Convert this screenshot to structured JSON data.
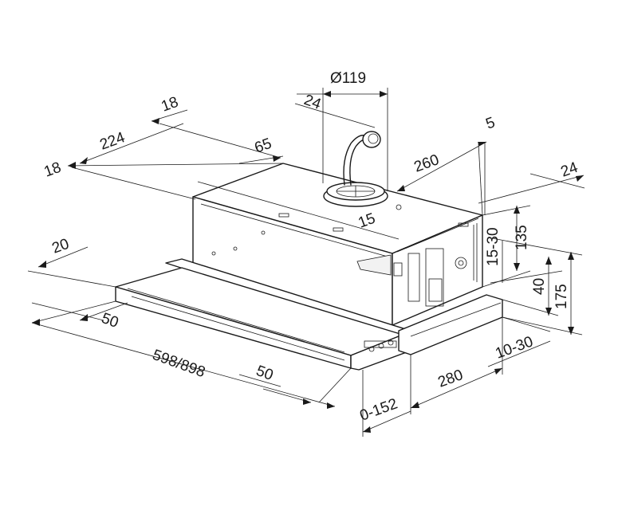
{
  "drawing": {
    "title": "",
    "dimensions": {
      "d18_left": "18",
      "d224": "224",
      "d18_top": "18",
      "d65": "65",
      "d24_top": "24",
      "d119": "Ø119",
      "d5": "5",
      "d260": "260",
      "d24_right": "24",
      "d15": "15",
      "d15_30": "15-30",
      "d135": "135",
      "d40": "40",
      "d175": "175",
      "d10_30": "10-30",
      "d280": "280",
      "d0_152": "0-152",
      "d20": "20",
      "d50_left": "50",
      "d598_898": "598/898",
      "d50_bottom": "50"
    }
  }
}
